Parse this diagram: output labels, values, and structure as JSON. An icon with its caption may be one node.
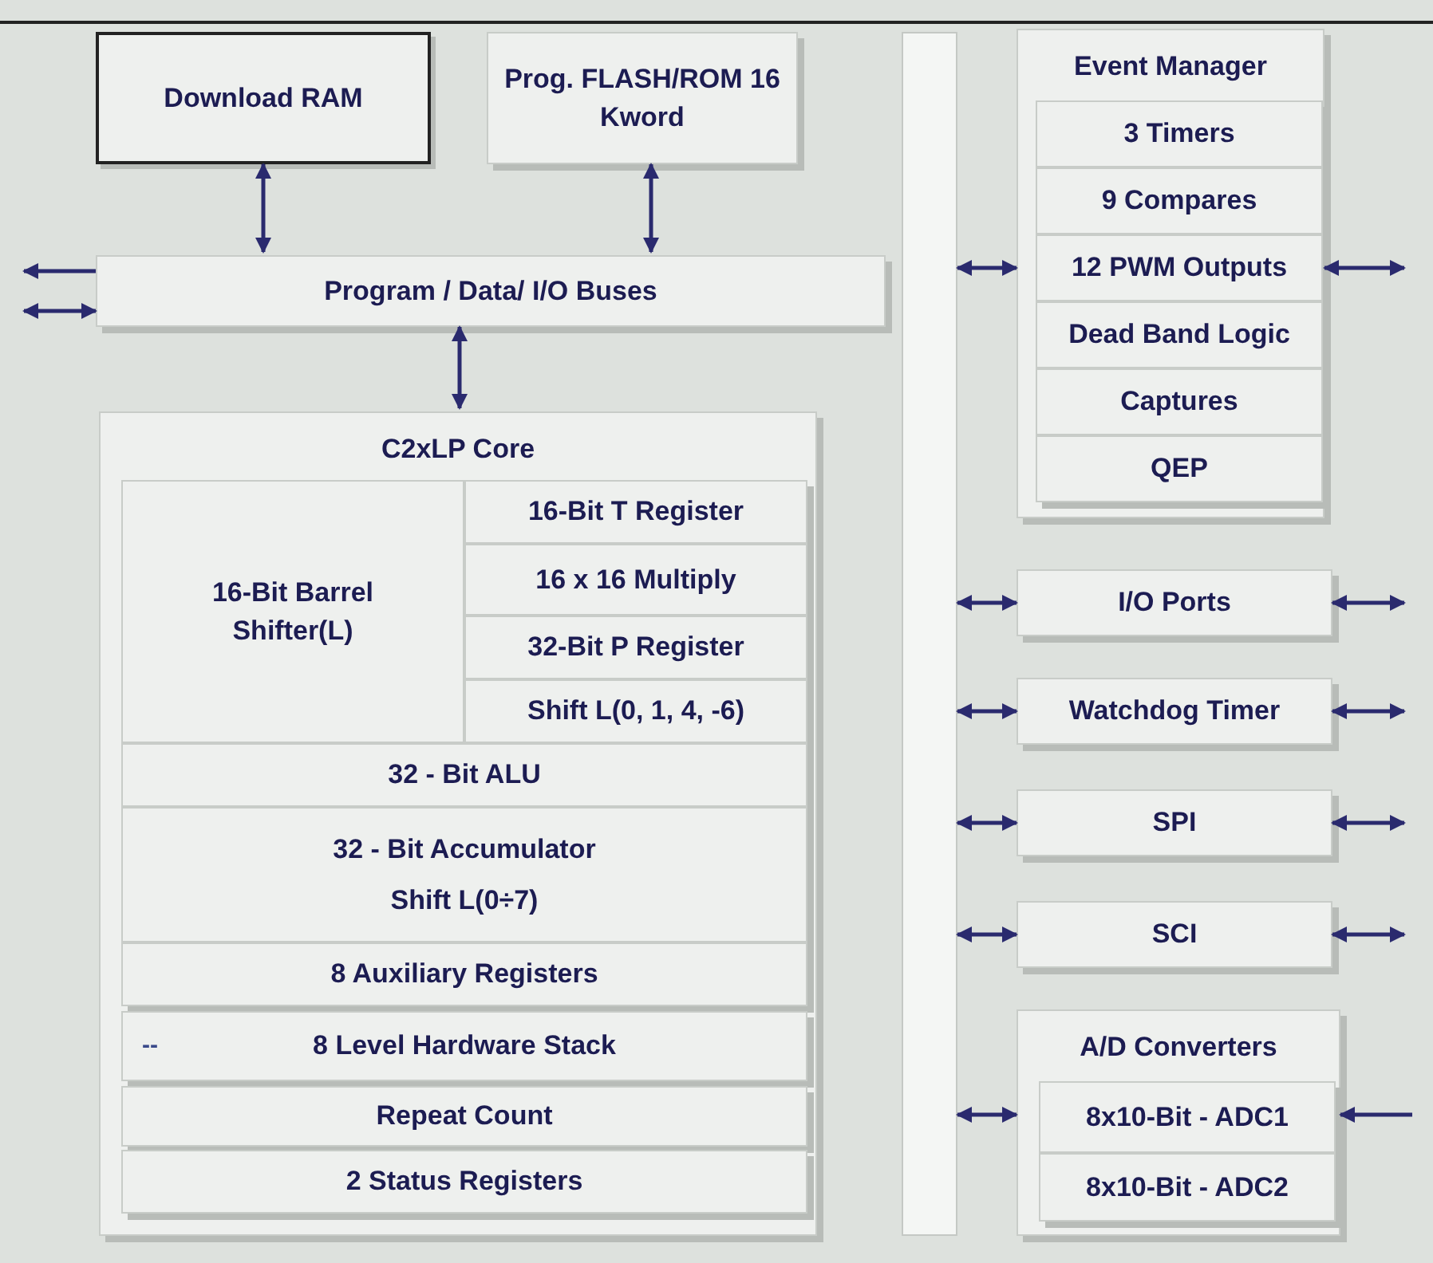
{
  "diagram": {
    "nodes": [
      {
        "text": [
          "Download RAM"
        ]
      },
      {
        "text": [
          "Prog. FLASH/ROM 16 Kword"
        ]
      },
      {
        "text": [
          "Program / Data/ I/O Buses"
        ]
      },
      {
        "text": [
          "C2xLP Core"
        ]
      },
      {
        "text": [
          "16-Bit Barrel Shifter(L)"
        ],
        "in": 3
      },
      {
        "text": [
          "16-Bit T Register"
        ],
        "in": 3
      },
      {
        "text": [
          "16 x 16 Multiply"
        ],
        "in": 3
      },
      {
        "text": [
          "32-Bit P Register"
        ],
        "in": 3
      },
      {
        "text": [
          "Shift L(0, 1, 4, -6)"
        ],
        "in": 3
      },
      {
        "text": [
          "32 - Bit ALU"
        ],
        "in": 3
      },
      {
        "text": [
          "32 - Bit Accumulator",
          "Shift L(0÷7)"
        ],
        "in": 3
      },
      {
        "text": [
          "8 Auxiliary Registers"
        ],
        "in": 3
      },
      {
        "text": [
          "--",
          "8 Level Hardware Stack"
        ],
        "in": 3
      },
      {
        "text": [
          "Repeat Count"
        ],
        "in": 3
      },
      {
        "text": [
          "2 Status Registers"
        ],
        "in": 3
      },
      {
        "text": [],
        "shape": "bar"
      },
      {
        "text": [
          "Event Manager"
        ]
      },
      {
        "text": [
          "3 Timers"
        ],
        "in": 16
      },
      {
        "text": [
          "9 Compares"
        ],
        "in": 16
      },
      {
        "text": [
          "12 PWM Outputs"
        ],
        "in": 16
      },
      {
        "text": [
          "Dead Band Logic"
        ],
        "in": 16
      },
      {
        "text": [
          "Captures"
        ],
        "in": 16
      },
      {
        "text": [
          "QEP"
        ],
        "in": 16
      },
      {
        "text": [
          "I/O Ports"
        ]
      },
      {
        "text": [
          "Watchdog Timer"
        ]
      },
      {
        "text": [
          "SPI"
        ]
      },
      {
        "text": [
          "SCI"
        ]
      },
      {
        "text": [
          "A/D Converters"
        ]
      },
      {
        "text": [
          "8x10-Bit - ADC1"
        ],
        "in": 27
      },
      {
        "text": [
          "8x10-Bit - ADC2"
        ],
        "in": 27
      }
    ],
    "edges": [
      {
        "from": 0,
        "to": 2,
        "arrow": "both"
      },
      {
        "from": 1,
        "to": 2,
        "arrow": "both"
      },
      {
        "from": 2,
        "to": 3,
        "arrow": "both"
      },
      {
        "from": 2,
        "to": null,
        "arrow": "to"
      },
      {
        "from": null,
        "to": 2,
        "arrow": "both"
      },
      {
        "from": 15,
        "to": 16,
        "arrow": "both"
      },
      {
        "from": 16,
        "to": null,
        "arrow": "both"
      },
      {
        "from": 15,
        "to": 23,
        "arrow": "both"
      },
      {
        "from": 23,
        "to": null,
        "arrow": "both"
      },
      {
        "from": 15,
        "to": 24,
        "arrow": "both"
      },
      {
        "from": 24,
        "to": null,
        "arrow": "both"
      },
      {
        "from": 15,
        "to": 25,
        "arrow": "both"
      },
      {
        "from": 25,
        "to": null,
        "arrow": "both"
      },
      {
        "from": 15,
        "to": 26,
        "arrow": "both"
      },
      {
        "from": 26,
        "to": null,
        "arrow": "both"
      },
      {
        "from": 15,
        "to": 27,
        "arrow": "both"
      },
      {
        "from": null,
        "to": 27,
        "arrow": "to"
      }
    ]
  }
}
